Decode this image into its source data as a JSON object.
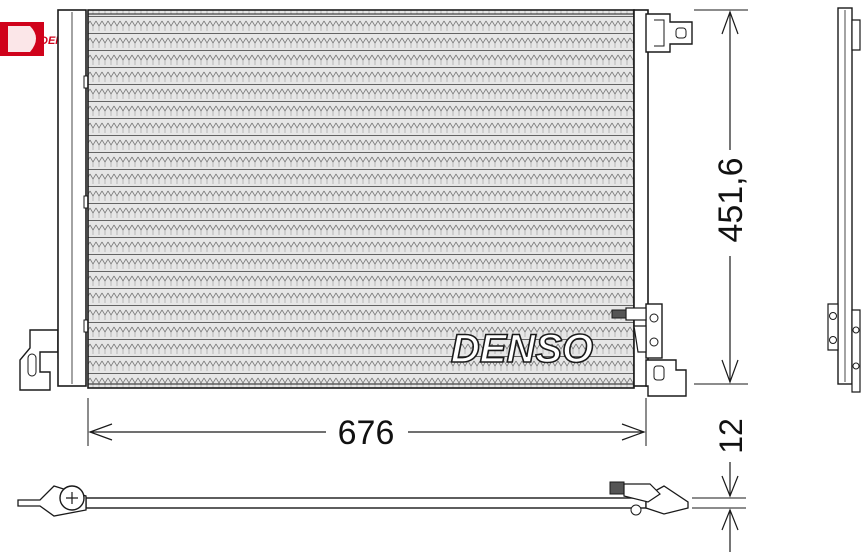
{
  "drawing": {
    "brand": "DENSO",
    "corner_logo": "DENSO",
    "dimensions": {
      "width": "676",
      "height": "451,6",
      "thickness": "12"
    }
  },
  "colors": {
    "line": "#1a1a1a",
    "core_fill": "#d9d9d9",
    "fin": "#8a8a8a",
    "logo_red": "#d0021b",
    "brand_fill": "#ffffff"
  }
}
